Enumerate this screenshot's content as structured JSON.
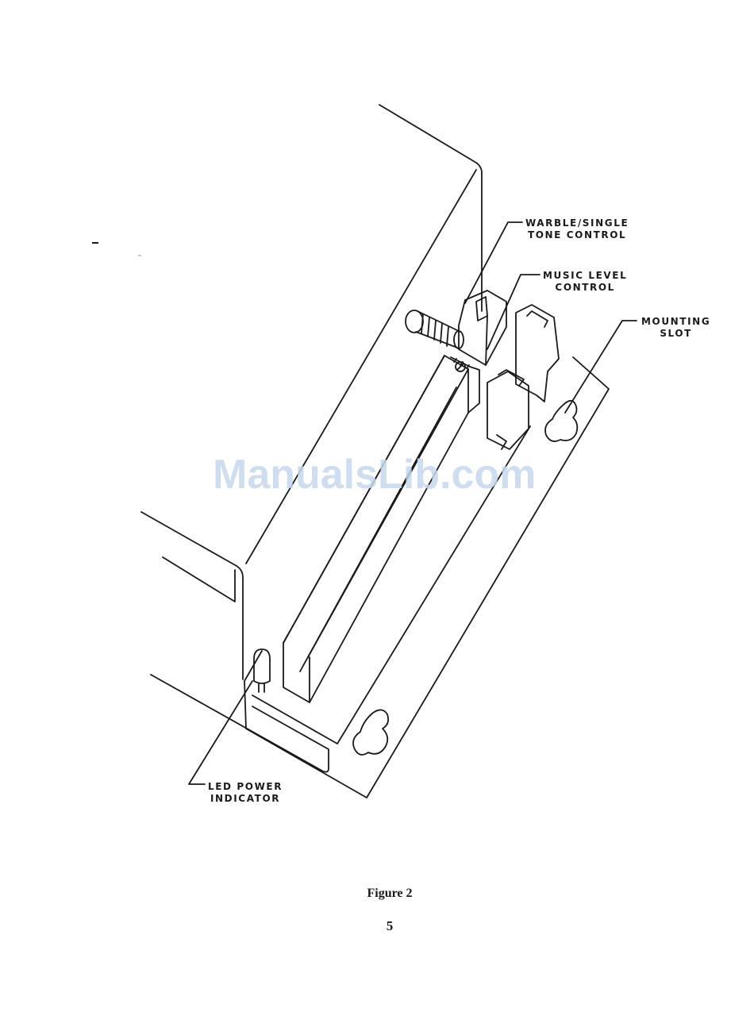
{
  "figure": {
    "callouts": {
      "warble": [
        "WARBLE/SINGLE",
        "TONE CONTROL"
      ],
      "music": [
        "MUSIC LEVEL",
        "CONTROL"
      ],
      "mounting": [
        "MOUNTING",
        "SLOT"
      ],
      "led": [
        "LED POWER",
        "INDICATOR"
      ]
    },
    "caption": "Figure 2"
  },
  "watermark": "ManualsLib.com",
  "page_number": "5"
}
